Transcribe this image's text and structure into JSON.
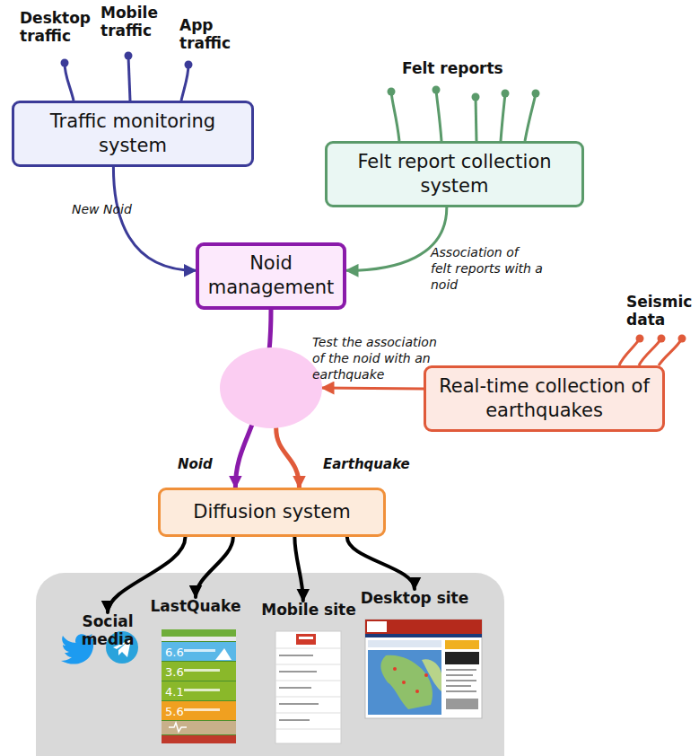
{
  "diagram": {
    "nodes": [
      {
        "text": [
          "Traffic monitoring system"
        ]
      },
      {
        "text": [
          "Felt report collection system"
        ]
      },
      {
        "text": [
          "Noid management"
        ]
      },
      {
        "text": [
          "Test the association of the noid with an earthquake"
        ]
      },
      {
        "text": [
          "Real-time collection of earthquakes"
        ]
      },
      {
        "text": [
          "Diffusion system"
        ]
      },
      {
        "text": [
          "Social media"
        ]
      },
      {
        "text": [
          "LastQuake"
        ]
      },
      {
        "text": [
          "Mobile site"
        ]
      },
      {
        "text": [
          "Desktop site"
        ]
      }
    ],
    "edges": [
      {
        "from": 0,
        "to": 2,
        "label": "New Noid",
        "arrow": "to"
      },
      {
        "from": 1,
        "to": 2,
        "label": "Association of felt reports with a noid",
        "arrow": "to"
      },
      {
        "from": 4,
        "to": 3,
        "arrow": "to"
      },
      {
        "from": 2,
        "to": 5,
        "label": "Noid",
        "arrow": "to"
      },
      {
        "from": 3,
        "to": 5,
        "label": "Earthquake",
        "arrow": "to"
      },
      {
        "from": 5,
        "to": 6,
        "arrow": "to"
      },
      {
        "from": 5,
        "to": 7,
        "arrow": "to"
      },
      {
        "from": 5,
        "to": 8,
        "arrow": "to"
      },
      {
        "from": 5,
        "to": 9,
        "arrow": "to"
      }
    ],
    "labels": [
      "Desktop traffic",
      "Mobile traffic",
      "App traffic",
      "Felt reports",
      "Seismic data",
      "6.6",
      "3.6",
      "4.1",
      "5.6"
    ]
  }
}
